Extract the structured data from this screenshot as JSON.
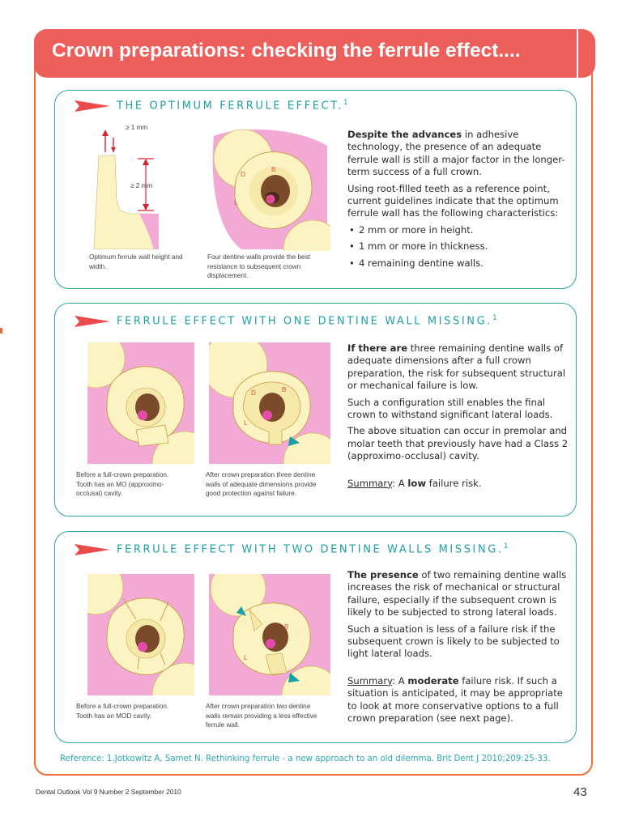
{
  "header": {
    "title": "Crown preparations: checking the ferrule effect...."
  },
  "panels": [
    {
      "title": "THE OPTIMUM FERRULE EFFECT.",
      "title_sup": "1",
      "figure_labels": {
        "thickness": "≥ 1 mm",
        "height": "≥ 2 mm",
        "d": "D",
        "b": "B",
        "l": "L",
        "m": "M"
      },
      "captions": [
        "Optimum ferrule wall height and width.",
        "Four dentine walls provide the best resistance to subsequent crown displacement."
      ],
      "paragraphs": [
        {
          "lead": "Despite the advances",
          "rest": " in adhesive technology, the presence of an adequate ferrule wall is still a major factor in the longer-term success of a full crown."
        },
        {
          "lead": "",
          "rest": "Using root-filled teeth as a reference point, current guidelines indicate that the optimum ferrule wall has the following characteristics:"
        }
      ],
      "bullets": [
        "2 mm or more in height.",
        "1 mm or more in thickness.",
        "4 remaining dentine walls."
      ]
    },
    {
      "title": "FERRULE EFFECT WITH ONE DENTINE WALL MISSING.",
      "title_sup": "1",
      "figure_labels": {
        "d": "D",
        "b": "B",
        "l": "L"
      },
      "captions": [
        "Before a full-crown preparation. Tooth has an MO (approximo-occlusal) cavity.",
        "After crown preparation three dentine walls of adequate dimensions provide good protection against failure."
      ],
      "paragraphs": [
        {
          "lead": "If there are",
          "rest": " three remaining dentine walls of adequate dimensions after a full crown preparation, the risk for subsequent structural or mechanical failure is low."
        },
        {
          "lead": "",
          "rest": "Such a configuration still enables the final crown to withstand significant lateral loads."
        },
        {
          "lead": "",
          "rest": "The above situation can occur in premolar and molar teeth that previously have had a Class 2 (approximo-occlusal) cavity."
        }
      ],
      "summary": {
        "label": "Summary",
        "pre": ": A ",
        "bold": "low",
        "post": " failure risk."
      }
    },
    {
      "title": "FERRULE EFFECT WITH TWO DENTINE WALLS MISSING.",
      "title_sup": "1",
      "figure_labels": {
        "b": "B",
        "l": "L"
      },
      "captions": [
        "Before a full-crown preparation. Tooth has an MOD cavity.",
        "After crown preparation two dentine walls remain providing a less effective ferrule wall."
      ],
      "paragraphs": [
        {
          "lead": "The presence",
          "rest": " of two remaining dentine walls increases the risk of mechanical or structural failure, especially if the subsequent crown is likely to be subjected to strong lateral loads."
        },
        {
          "lead": "",
          "rest": "Such a situation is less of a failure risk if the subsequent crown is likely to be subjected to light lateral loads."
        }
      ],
      "summary": {
        "label": "Summary",
        "pre": ": A ",
        "bold": "moderate",
        "post": " failure risk. If such a situation is anticipated, it may be appropriate to look at more conservative options to a full crown preparation (see next page)."
      }
    }
  ],
  "reference": "Reference: 1.Jotkowitz A, Samet N. Rethinking ferrule - a new approach to an old dilemma. Brit Dent J 2010;209:25-33.",
  "footer": {
    "journal": "Dental Outlook Vol 9 Number 2 September 2010",
    "page_number": "43"
  },
  "colors": {
    "title_bar": "#ee5f5b",
    "frame": "#f0703a",
    "panel_border": "#2aa8a8",
    "heading_teal": "#1e9fa6",
    "gum_pink": "#f2a9d6",
    "dentine_cream": "#fbf3c2",
    "pulp_brown": "#7a4a2a",
    "canal_pink": "#e64aa8"
  }
}
